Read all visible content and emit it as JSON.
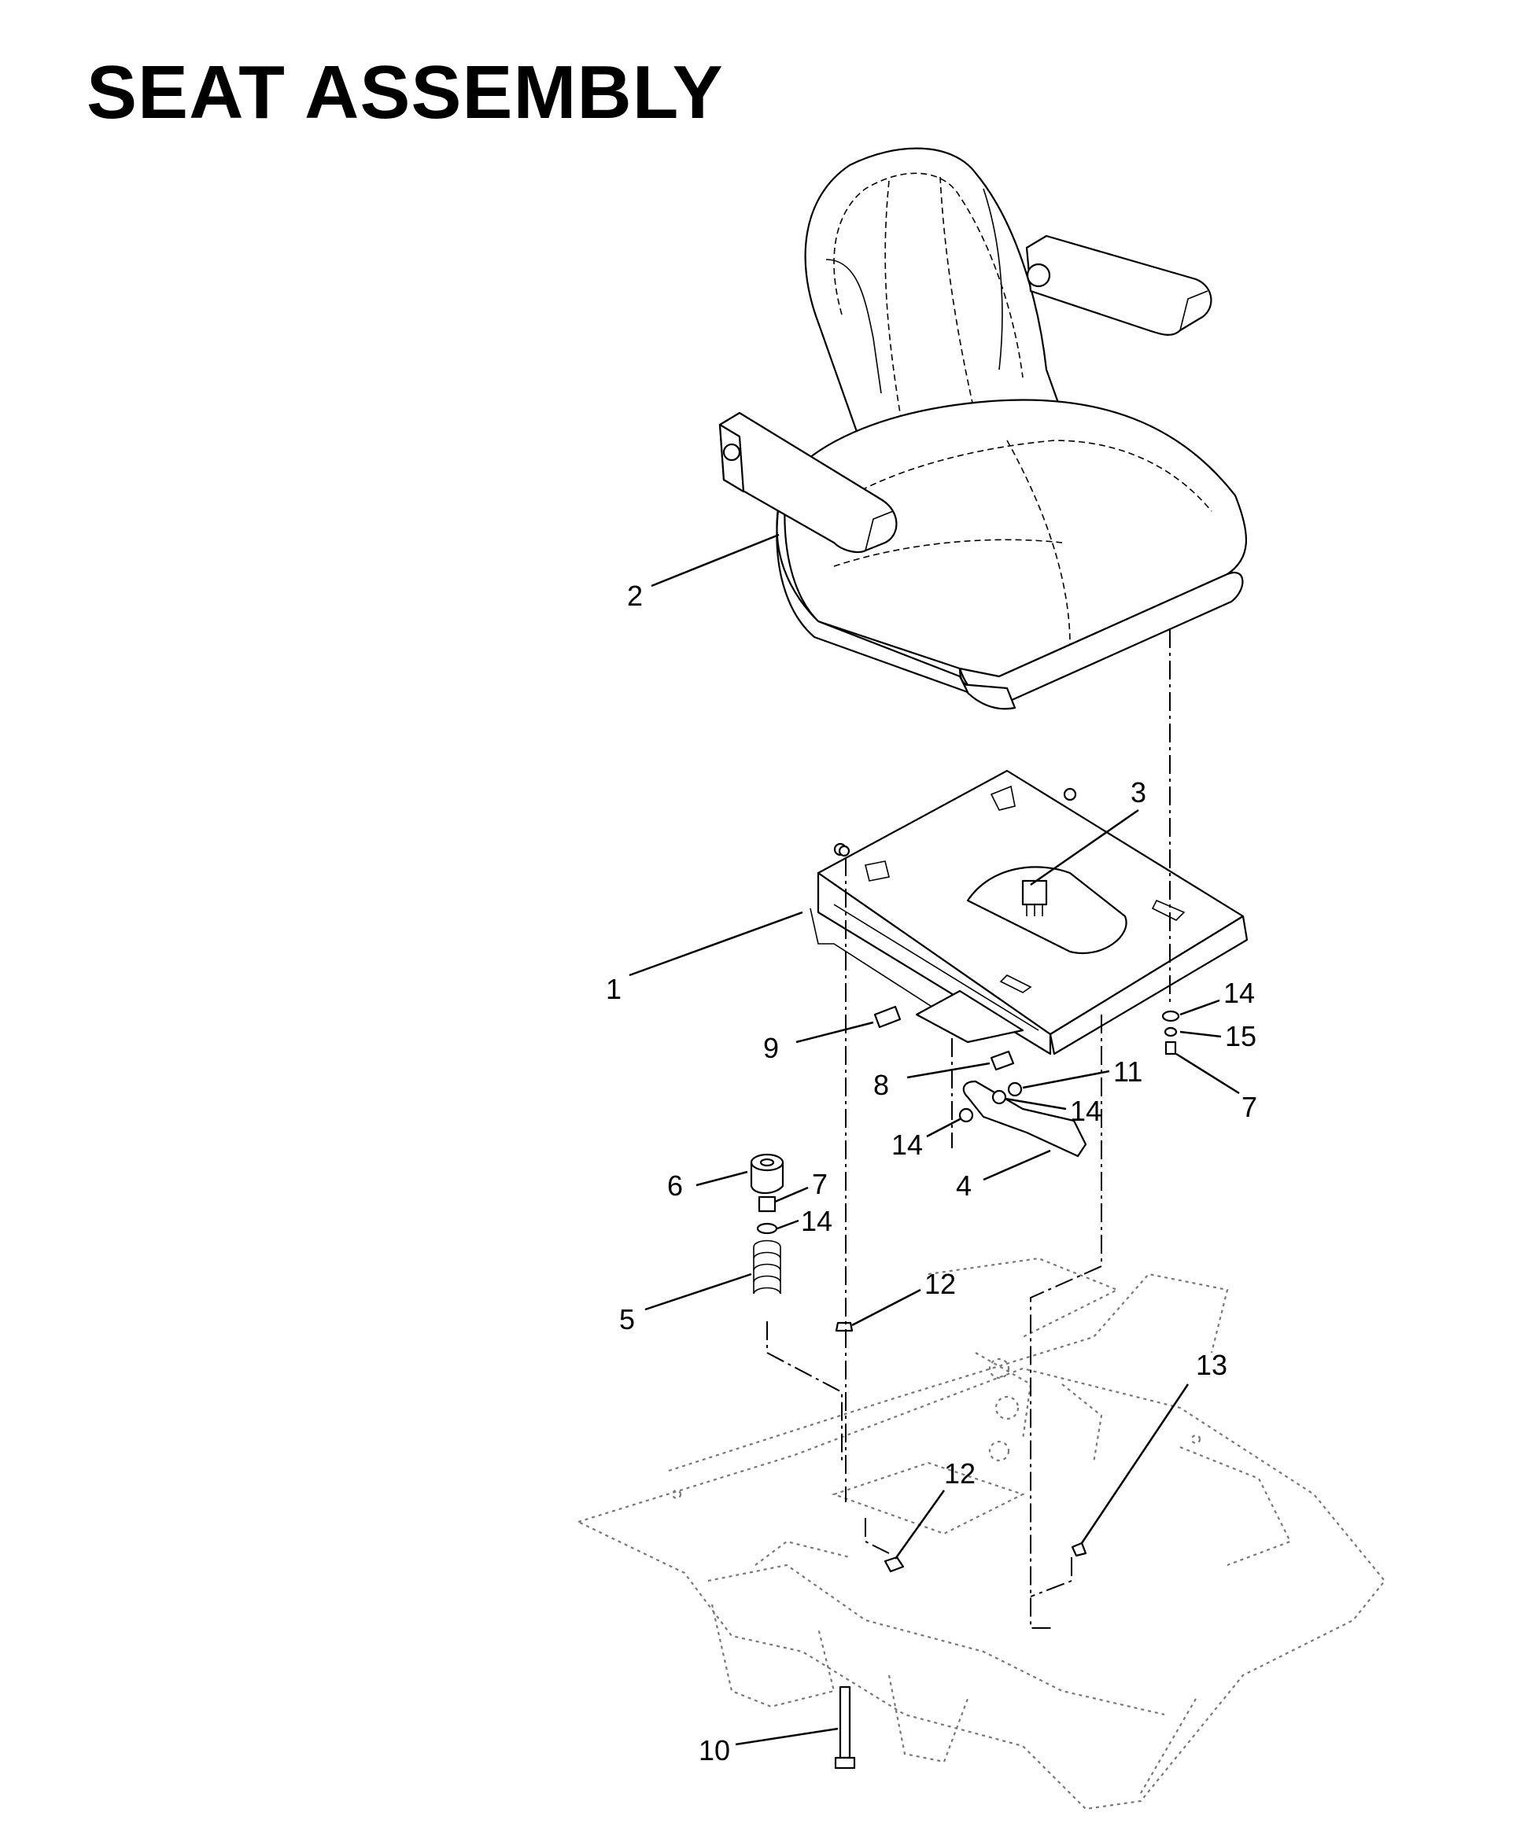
{
  "title": "SEAT ASSEMBLY",
  "callouts": [
    {
      "id": "c-2",
      "label": "2"
    },
    {
      "id": "c-3",
      "label": "3"
    },
    {
      "id": "c-1",
      "label": "1"
    },
    {
      "id": "c-14a",
      "label": "14"
    },
    {
      "id": "c-15",
      "label": "15"
    },
    {
      "id": "c-7a",
      "label": "7"
    },
    {
      "id": "c-9",
      "label": "9"
    },
    {
      "id": "c-8",
      "label": "8"
    },
    {
      "id": "c-11",
      "label": "11"
    },
    {
      "id": "c-14b",
      "label": "14"
    },
    {
      "id": "c-14c",
      "label": "14"
    },
    {
      "id": "c-4",
      "label": "4"
    },
    {
      "id": "c-6",
      "label": "6"
    },
    {
      "id": "c-7b",
      "label": "7"
    },
    {
      "id": "c-14d",
      "label": "14"
    },
    {
      "id": "c-5",
      "label": "5"
    },
    {
      "id": "c-12a",
      "label": "12"
    },
    {
      "id": "c-13",
      "label": "13"
    },
    {
      "id": "c-12b",
      "label": "12"
    },
    {
      "id": "c-10",
      "label": "10"
    }
  ]
}
